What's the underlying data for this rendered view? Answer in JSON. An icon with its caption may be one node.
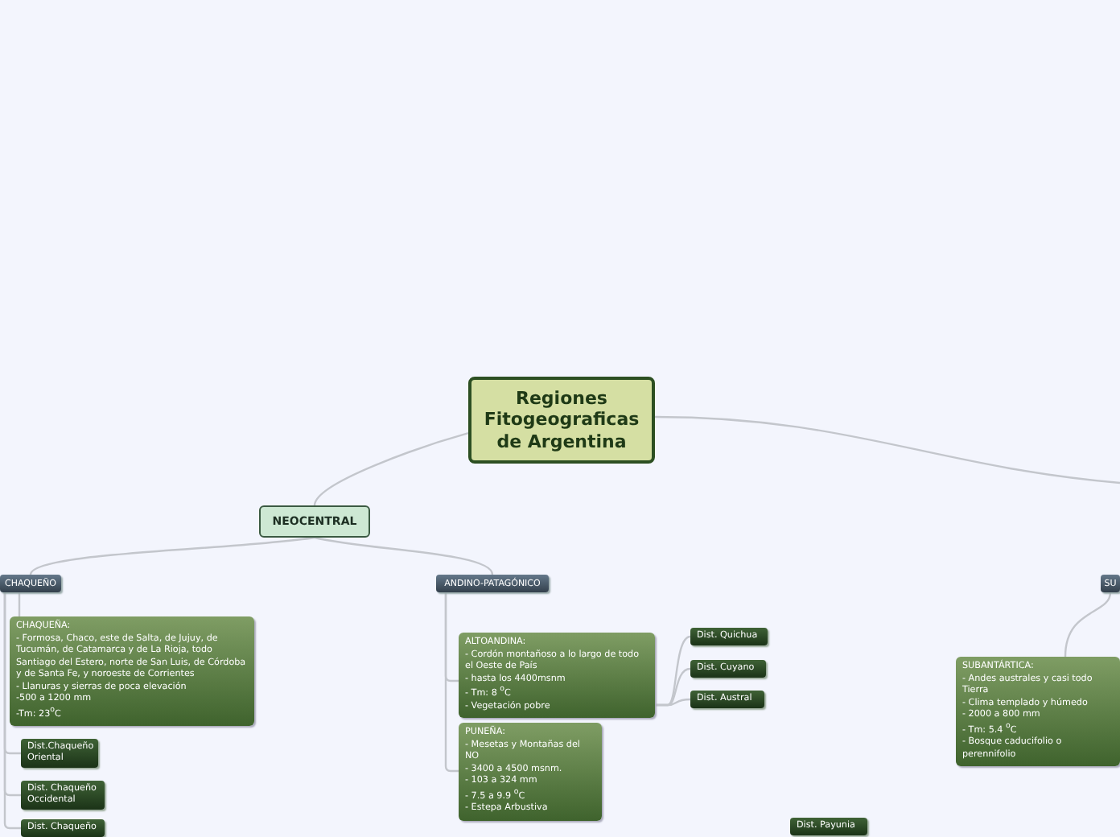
{
  "diagram": {
    "nodes": [
      {
        "text": [
          "Regiones Fitogeograficas de Argentina"
        ]
      },
      {
        "text": [
          "NEOCENTRAL"
        ]
      },
      {
        "text": [
          "CHAQUEÑO"
        ]
      },
      {
        "text": [
          "ANDINO-PATAGÓNICO"
        ]
      },
      {
        "text": [
          "CHAQUEÑA:",
          "- Formosa, Chaco, este de Salta, de Jujuy, de Tucumán, de Catamarca y de La Rioja, todo Santiago del Estero, norte de San Luis, de Córdoba y de Santa Fe, y noroeste de Corrientes",
          "- Llanuras y sierras de poca elevación",
          "-500 a 1200 mm",
          "-Tm: 23$^{o}$C"
        ]
      },
      {
        "text": [
          "Dist.Chaqueño Oriental"
        ]
      },
      {
        "text": [
          "Dist. Chaqueño Occidental"
        ]
      },
      {
        "text": [
          "Dist. Chaqueño"
        ]
      },
      {
        "text": [
          "ALTOANDINA:",
          "- Cordón montañoso a lo largo de todo el Oeste de País",
          "- hasta los 4400msnm",
          "- Tm: 8 $^{o}$C",
          "- Vegetación pobre"
        ]
      },
      {
        "text": [
          "PUNEÑA:",
          "- Mesetas y Montañas del NO",
          "- 3400 a 4500 msnm.",
          "- 103 a 324 mm",
          "- 7.5 a 9.9 $^{o}$C",
          "- Estepa Arbustiva"
        ]
      },
      {
        "text": [
          "Dist. Quichua"
        ]
      },
      {
        "text": [
          "Dist. Cuyano"
        ]
      },
      {
        "text": [
          "Dist. Austral"
        ]
      },
      {
        "text": [
          "Dist. Payunia"
        ]
      },
      {
        "text": [
          "SU"
        ]
      },
      {
        "text": [
          "SUBANTÁRTICA:",
          "- Andes australes y casi todo Tierra",
          "- Clima templado y húmedo",
          "- 2000 a 800 mm",
          "- Tm: 5.4 $^{o}$C",
          "- Bosque caducifolio o perennifolio"
        ]
      }
    ],
    "edges": [
      {
        "from": 0,
        "to": 1,
        "arrow": "none"
      },
      {
        "from": 0,
        "to": null,
        "arrow": "none"
      },
      {
        "from": 1,
        "to": 2,
        "arrow": "none"
      },
      {
        "from": 1,
        "to": 3,
        "arrow": "none"
      },
      {
        "from": 2,
        "to": 4,
        "arrow": "none"
      },
      {
        "from": 2,
        "to": 5,
        "arrow": "none"
      },
      {
        "from": 2,
        "to": 6,
        "arrow": "none"
      },
      {
        "from": 2,
        "to": 7,
        "arrow": "none"
      },
      {
        "from": 3,
        "to": 8,
        "arrow": "none"
      },
      {
        "from": 3,
        "to": 9,
        "arrow": "none"
      },
      {
        "from": 8,
        "to": 10,
        "arrow": "none"
      },
      {
        "from": 8,
        "to": 11,
        "arrow": "none"
      },
      {
        "from": 8,
        "to": 12,
        "arrow": "none"
      },
      {
        "from": 14,
        "to": 15,
        "arrow": "none"
      }
    ]
  }
}
